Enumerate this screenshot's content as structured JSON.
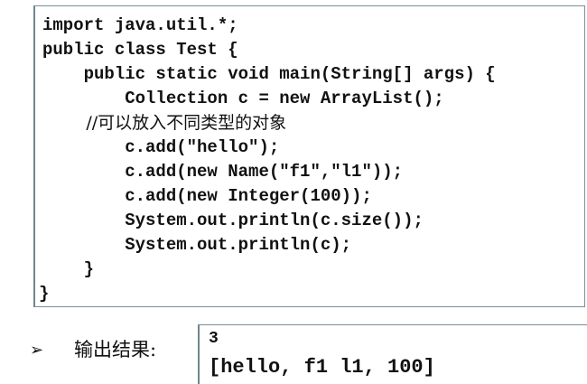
{
  "code": {
    "lines": [
      "import java.util.*;",
      "public class Test {",
      "    public static void main(String[] args) {",
      "        Collection c = new ArrayList();",
      "        //可以放入不同类型的对象",
      "        c.add(\"hello\");",
      "        c.add(new Name(\"f1\",\"l1\"));",
      "        c.add(new Integer(100));",
      "        System.out.println(c.size());",
      "        System.out.println(c);",
      "    }",
      "}"
    ]
  },
  "output": {
    "bullet": "➢",
    "label": "输出结果:",
    "lines": [
      "3",
      "[hello, f1 l1, 100]"
    ]
  }
}
